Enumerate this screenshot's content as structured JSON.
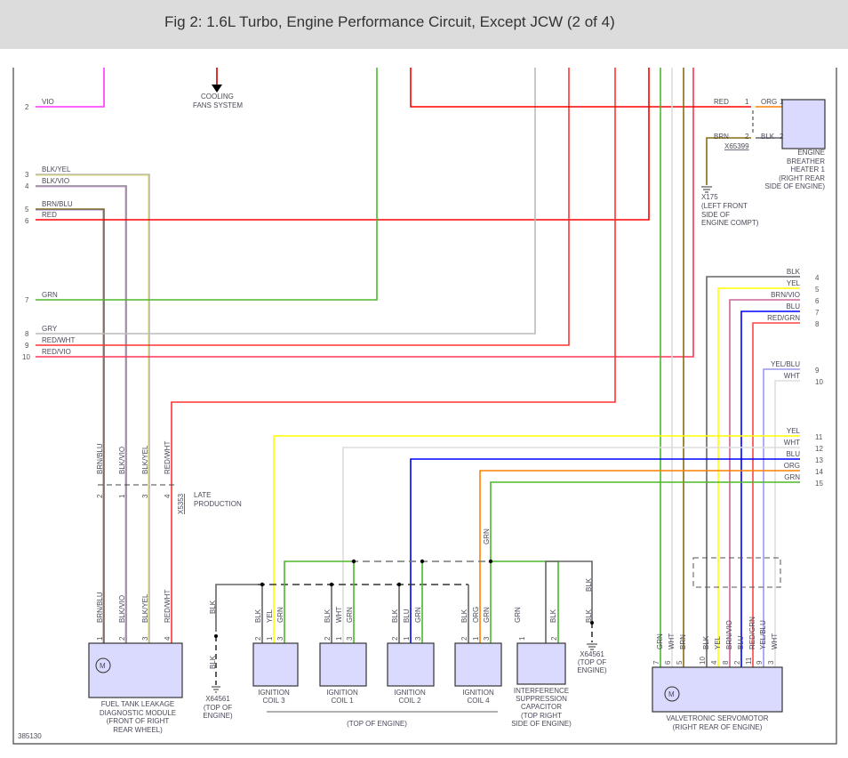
{
  "title": "Fig 2: 1.6L Turbo, Engine Performance Circuit, Except JCW (2 of 4)",
  "figure_id": "385130",
  "wire_colors": {
    "RED": "#ff0000",
    "GRN": "#4cb82a",
    "GRY": "#bbbbbb",
    "BRN": "#8a6a10",
    "VIO": "#ff33ff",
    "BLU": "#0000ff",
    "YEL": "#ffff00",
    "ORG": "#ff8000",
    "WHT": "#dddddd",
    "BLK": "#666666",
    "PINK": "#ff77cc"
  },
  "left_pins": [
    {
      "pin": "2",
      "color": "VIO"
    },
    {
      "pin": "3",
      "color": "BLK/YEL"
    },
    {
      "pin": "4",
      "color": "BLK/VIO"
    },
    {
      "pin": "5",
      "color": "BRN/BLU"
    },
    {
      "pin": "6",
      "color": "RED"
    },
    {
      "pin": "7",
      "color": "GRN"
    },
    {
      "pin": "8",
      "color": "GRY"
    },
    {
      "pin": "9",
      "color": "RED/WHT"
    },
    {
      "pin": "10",
      "color": "RED/VIO"
    }
  ],
  "cooling": {
    "line1": "COOLING",
    "line2": "FANS SYSTEM"
  },
  "breather": {
    "red": "RED",
    "brn": "BRN",
    "org": "ORG",
    "blk": "BLK",
    "p1": "1",
    "p2": "2",
    "connector": "X65399",
    "name": [
      "ENGINE",
      "BREATHER",
      "HEATER 1",
      "(RIGHT REAR",
      "SIDE OF ENGINE)"
    ],
    "ground": [
      "X175",
      "(LEFT FRONT",
      "SIDE OF",
      "ENGINE COMPT)"
    ]
  },
  "right_pins": [
    {
      "pin": "4",
      "color": "BLK"
    },
    {
      "pin": "5",
      "color": "YEL"
    },
    {
      "pin": "6",
      "color": "BRN/VIO"
    },
    {
      "pin": "7",
      "color": "BLU"
    },
    {
      "pin": "8",
      "color": "RED/GRN"
    },
    {
      "pin": "9",
      "color": "YEL/BLU"
    },
    {
      "pin": "10",
      "color": "WHT"
    },
    {
      "pin": "11",
      "color": "YEL"
    },
    {
      "pin": "12",
      "color": "WHT"
    },
    {
      "pin": "13",
      "color": "BLU"
    },
    {
      "pin": "14",
      "color": "ORG"
    },
    {
      "pin": "15",
      "color": "GRN"
    }
  ],
  "x5353": {
    "connector": "X5353",
    "note1": "LATE",
    "note2": "PRODUCTION",
    "wires": [
      {
        "pin": "2",
        "color": "BRN/BLU"
      },
      {
        "pin": "1",
        "color": "BLK/VIO"
      },
      {
        "pin": "3",
        "color": "BLK/YEL"
      },
      {
        "pin": "4",
        "color": "RED/WHT"
      }
    ]
  },
  "fuel_module": {
    "pins": [
      {
        "pin": "1",
        "color": "BRN/BLU"
      },
      {
        "pin": "2",
        "color": "BLK/VIO"
      },
      {
        "pin": "3",
        "color": "BLK/YEL"
      },
      {
        "pin": "4",
        "color": "RED/WHT"
      }
    ],
    "motor": "M",
    "name": [
      "FUEL TANK LEAKAGE",
      "DIAGNOSTIC MODULE",
      "(FRONT OF RIGHT",
      "REAR WHEEL)"
    ]
  },
  "ground_left": {
    "w1": "BLK",
    "w2": "BLK",
    "name": [
      "X64561",
      "(TOP OF",
      "ENGINE)"
    ]
  },
  "ground_right": {
    "w1": "BLK",
    "w2": "BLK",
    "name": [
      "X64561",
      "(TOP OF",
      "ENGINE)"
    ]
  },
  "coils": [
    {
      "name": [
        "IGNITION",
        "COIL 3"
      ],
      "pins": [
        {
          "pin": "2",
          "color": "BLK"
        },
        {
          "pin": "1",
          "color": "YEL"
        },
        {
          "pin": "3",
          "color": "GRN"
        }
      ]
    },
    {
      "name": [
        "IGNITION",
        "COIL 1"
      ],
      "pins": [
        {
          "pin": "2",
          "color": "BLK"
        },
        {
          "pin": "1",
          "color": "WHT"
        },
        {
          "pin": "3",
          "color": "GRN"
        }
      ]
    },
    {
      "name": [
        "IGNITION",
        "COIL 2"
      ],
      "pins": [
        {
          "pin": "2",
          "color": "BLK"
        },
        {
          "pin": "1",
          "color": "BLU"
        },
        {
          "pin": "3",
          "color": "GRN"
        }
      ]
    },
    {
      "name": [
        "IGNITION",
        "COIL 4"
      ],
      "pins": [
        {
          "pin": "2",
          "color": "BLK"
        },
        {
          "pin": "1",
          "color": "ORG"
        },
        {
          "pin": "3",
          "color": "GRN"
        }
      ]
    }
  ],
  "coils_location": "(TOP OF ENGINE)",
  "grn_riser": "GRN",
  "capacitor": {
    "pins": [
      {
        "pin": "1",
        "color": "GRN"
      },
      {
        "pin": "2",
        "color": "BLK"
      }
    ],
    "name": [
      "INTERFERENCE",
      "SUPPRESSION",
      "CAPACITOR",
      "(TOP RIGHT",
      "SIDE OF ENGINE)"
    ]
  },
  "servomotor": {
    "motor": "M",
    "pins": [
      {
        "pin": "7",
        "color": "GRN"
      },
      {
        "pin": "6",
        "color": "WHT"
      },
      {
        "pin": "5",
        "color": "BRN"
      },
      {
        "pin": "10",
        "color": "BLK"
      },
      {
        "pin": "4",
        "color": "YEL"
      },
      {
        "pin": "8",
        "color": "BRN/VIO"
      },
      {
        "pin": "2",
        "color": "BLU"
      },
      {
        "pin": "11",
        "color": "RED/GRN"
      },
      {
        "pin": "9",
        "color": "YEL/BLU"
      },
      {
        "pin": "3",
        "color": "WHT"
      }
    ],
    "name": [
      "VALVETRONIC SERVOMOTOR",
      "(RIGHT REAR OF ENGINE)"
    ]
  }
}
